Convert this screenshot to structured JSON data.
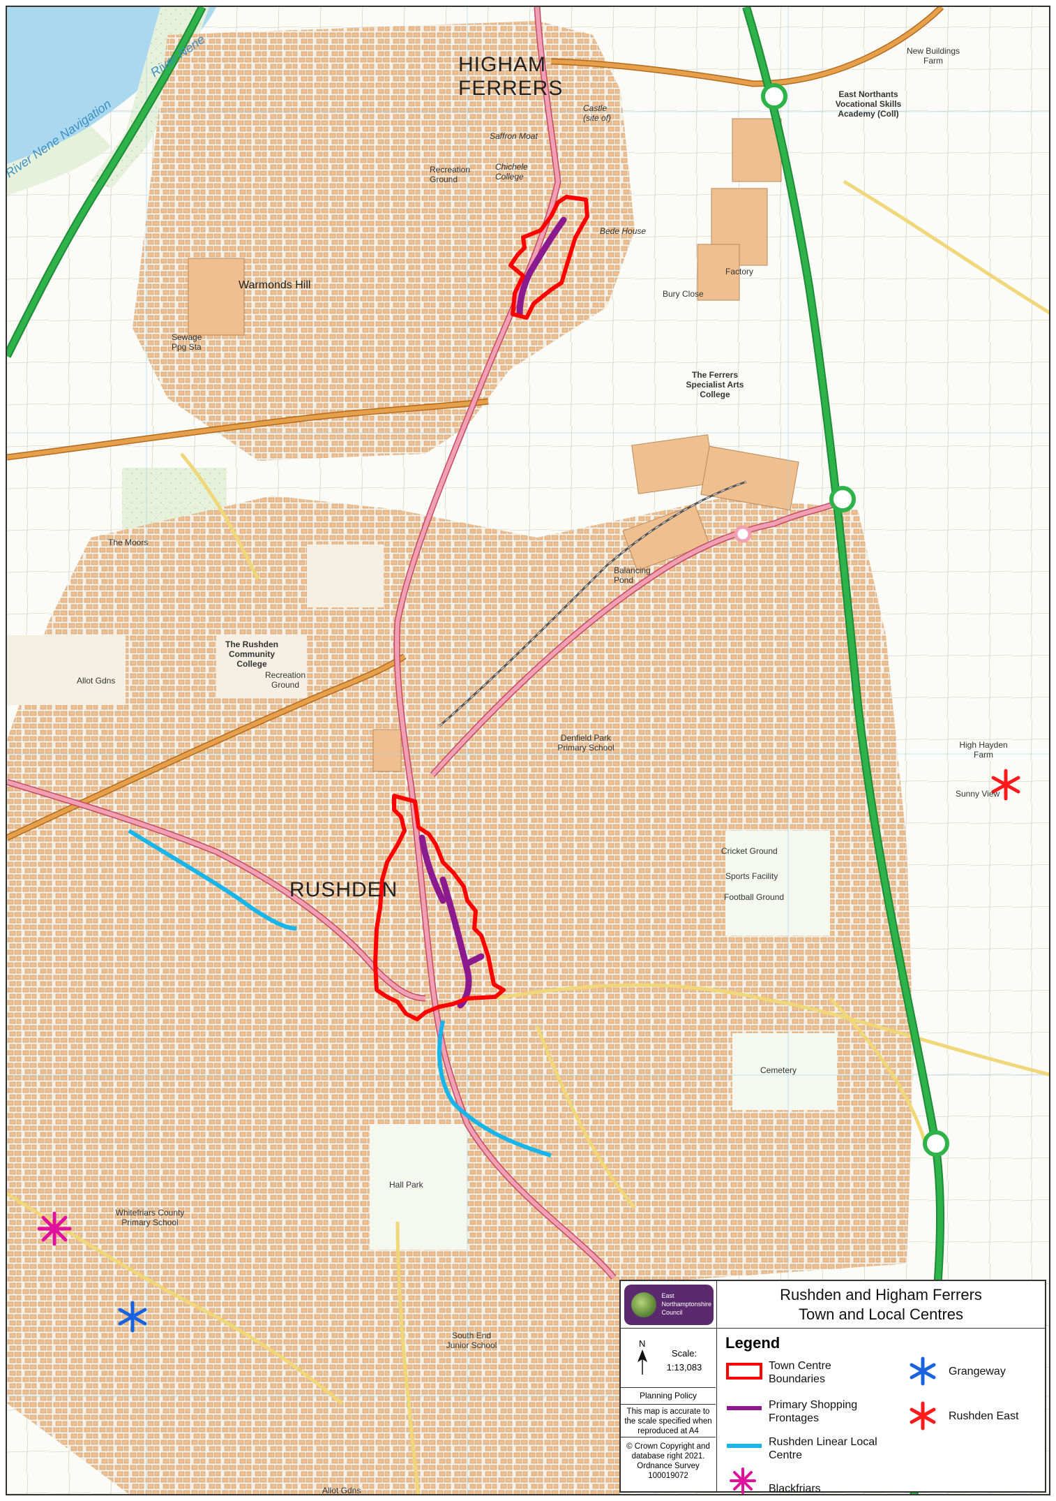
{
  "map": {
    "settlements": [
      {
        "key": "higham",
        "text": "HIGHAM\nFERRERS"
      },
      {
        "key": "rushden",
        "text": "RUSHDEN"
      }
    ],
    "water_labels": [
      "River Nene",
      "River Nene Navigation"
    ],
    "place_labels": [
      "Warmonds Hill",
      "Recreation Ground",
      "Saffron Moat",
      "Chichele College",
      "Castle (site of)",
      "Bede House",
      "Factory",
      "Bury Close",
      "The Ferrers Specialist Arts College",
      "East Northants Vocational Skills Academy (Coll)",
      "New Buildings Farm",
      "The Moors",
      "Sewage Ppg Sta",
      "The Rushden Community College",
      "Recreation Ground",
      "Allot Gdns",
      "Balancing Pond",
      "Denfield Park Primary School",
      "Cricket Ground",
      "Sports Facility",
      "Football Ground",
      "Cemetery",
      "Hall Park",
      "Whitefriars County Primary School",
      "South End Junior School",
      "High Hayden Farm",
      "Sunny View",
      "Allot Gdns"
    ]
  },
  "panel": {
    "logo_text": "East\nNorthamptonshire\nCouncil",
    "title_line1": "Rushden and Higham Ferrers",
    "title_line2": "Town and Local Centres",
    "north": "N",
    "scale_label": "Scale:",
    "scale_value": "1:13,083",
    "planning_policy": "Planning Policy",
    "accuracy": "This map is accurate to the scale specified when reproduced at A4",
    "copyright": "© Crown Copyright and database right 2021. Ordnance Survey 100019072"
  },
  "legend": {
    "title": "Legend",
    "town_centre": "Town Centre Boundaries",
    "primary_shopping": "Primary Shopping Frontages",
    "linear_local": "Rushden Linear Local Centre",
    "blackfriars": "Blackfriars",
    "grangeway": "Grangeway",
    "rushden_east": "Rushden East"
  },
  "colors": {
    "town_centre": "#ff0000",
    "primary_shopping": "#8b1a8f",
    "linear_local": "#19b4e8",
    "blackfriars": "#e0119c",
    "grangeway": "#1a63e0",
    "rushden_east": "#ff1a1a",
    "trunk_road": "#2db34a",
    "main_road": "#e6768a",
    "a_road": "#e6a04b",
    "water": "#aad8ef",
    "buildings": "#efbf8f"
  }
}
